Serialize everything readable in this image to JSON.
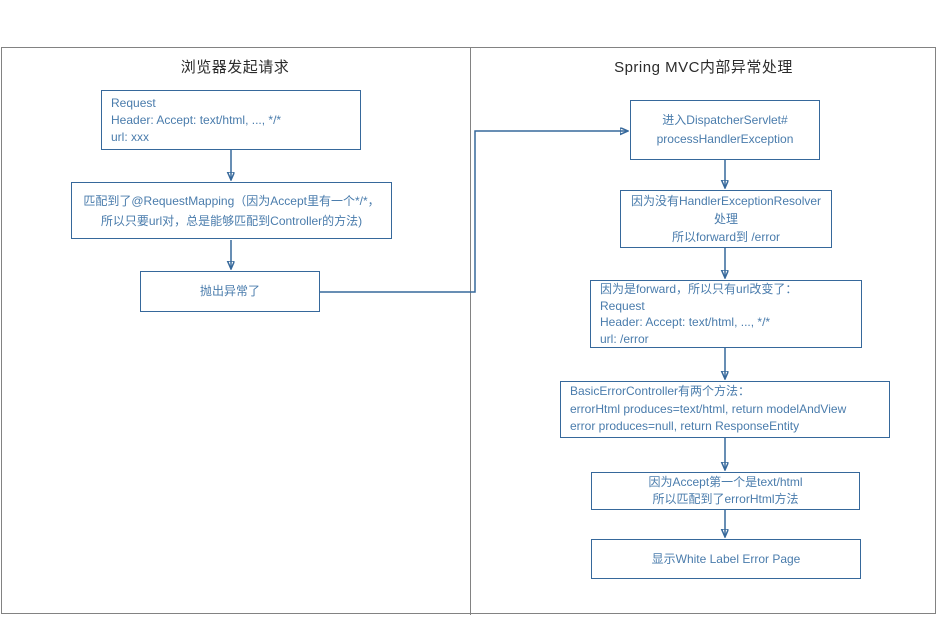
{
  "colors": {
    "accent_blue": "#36689b",
    "box_text_blue": "#4a7cac",
    "frame_gray": "#828282",
    "title_text": "#2b2b2b",
    "background": "#ffffff"
  },
  "left_panel": {
    "title": "浏览器发起请求",
    "request_box": {
      "lines": [
        "Request",
        "Header: Accept: text/html, ..., */*",
        "url: xxx"
      ]
    },
    "mapping_box": {
      "lines": [
        "匹配到了@RequestMapping（因为Accept里有一个*/*，",
        "所以只要url对，总是能够匹配到Controller的方法)"
      ]
    },
    "throw_box": {
      "label": "抛出异常了"
    }
  },
  "right_panel": {
    "title": "Spring MVC内部异常处理",
    "dispatcher_box": {
      "lines": [
        "进入DispatcherServlet#",
        "processHandlerException"
      ]
    },
    "resolver_box": {
      "lines": [
        "因为没有HandlerExceptionResolver",
        "处理",
        "所以forward到 /error"
      ]
    },
    "forward_box": {
      "lines": [
        "因为是forward，所以只有url改变了：",
        "Request",
        "Header: Accept: text/html, ..., */*",
        "url: /error"
      ]
    },
    "controller_box": {
      "lines": [
        "BasicErrorController有两个方法：",
        "errorHtml produces=text/html, return modelAndView",
        "error produces=null, return ResponseEntity"
      ]
    },
    "match_box": {
      "lines": [
        "因为Accept第一个是text/html",
        "所以匹配到了errorHtml方法"
      ]
    },
    "result_box": {
      "label": "显示White Label Error Page"
    }
  }
}
